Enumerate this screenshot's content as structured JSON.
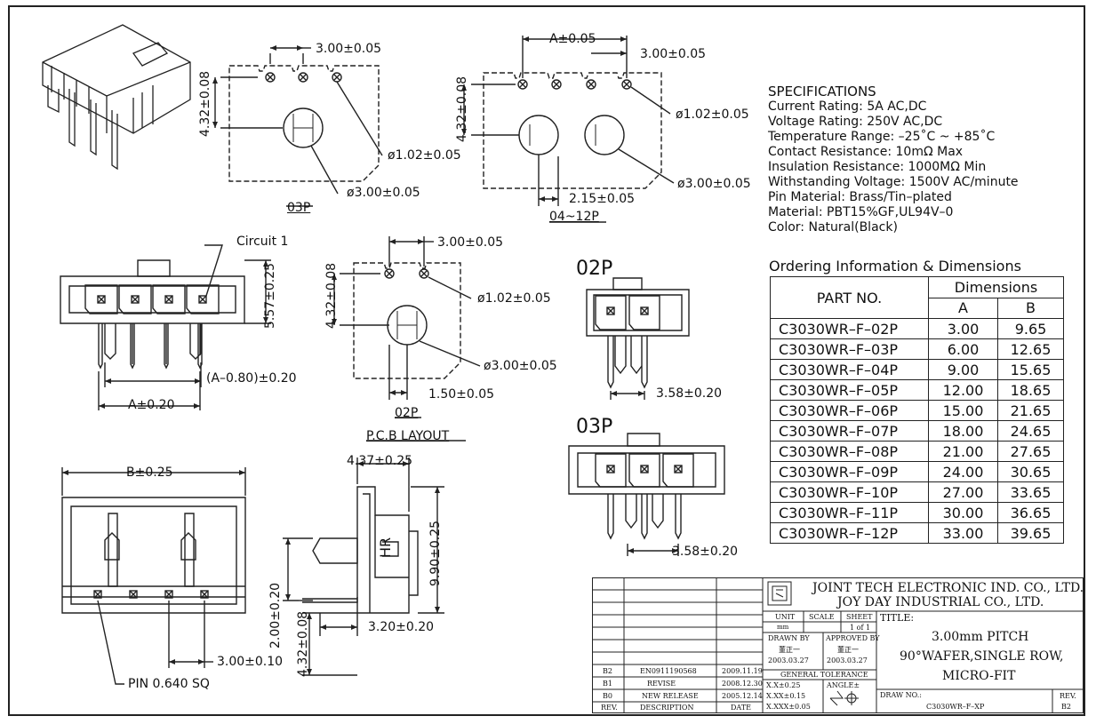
{
  "view_labels": {
    "v03p": "03P",
    "v04_12p": "04~12P",
    "v02p_pcb": "02P",
    "pcb_layout": "P.C.B LAYOUT",
    "side_02p": "02P",
    "side_03p": "03P"
  },
  "dims": {
    "top_pitch_03p": "3.00±0.05",
    "h_432_03p": "4.32±0.08",
    "hole_102_03p": "ø1.02±0.05",
    "hole_300_03p": "ø3.00±0.05",
    "a_tol_04": "A±0.05",
    "pitch_04": "3.00±0.05",
    "h_432_04": "4.32±0.08",
    "hole_102_04": "ø1.02±0.05",
    "hole_300_04": "ø3.00±0.05",
    "w_215_04": "2.15±0.05",
    "circuit1": "Circuit  1",
    "h_557": "5.57±0.25",
    "a_minus": "(A–0.80)±0.20",
    "a_020": "A±0.20",
    "pitch_02p": "3.00±0.05",
    "h_432_02p": "4.32±0.08",
    "hole_102_02p": "ø1.02±0.05",
    "hole_300_02p": "ø3.00±0.05",
    "w_150_02p": "1.50±0.05",
    "w_358_02p": "3.58±0.20",
    "w_358_03p": "3.58±0.20",
    "b_025": "B±0.25",
    "w_437": "4.37±0.25",
    "h_990": "9.90±0.25",
    "h_200": "2.00±0.20",
    "h_432_side": "4.32±0.08",
    "w_320": "3.20±0.20",
    "pitch_bottom": "3.00±0.10",
    "pin_sq": "PIN  0.640  SQ",
    "hr_mark": "HR"
  },
  "specifications": {
    "heading": "SPECIFICATIONS",
    "lines": [
      "Current  Rating:  5A  AC,DC",
      "Voltage  Rating:  250V  AC,DC",
      "Temperature  Range:  –25˚C  ~  +85˚C",
      "Contact  Resistance:  10mΩ  Max",
      "Insulation  Resistance:  1000MΩ  Min",
      "Withstanding  Voltage:  1500V  AC/minute",
      "Pin  Material:  Brass/Tin–plated",
      "Material:  PBT15%GF,UL94V–0",
      "Color:  Natural(Black)"
    ]
  },
  "ordering": {
    "title": "Ordering  Information  &  Dimensions",
    "col_part": "PART  NO.",
    "col_dims": "Dimensions",
    "col_a": "A",
    "col_b": "B",
    "rows": [
      {
        "part": "C3030WR–F–02P",
        "a": "3.00",
        "b": "9.65"
      },
      {
        "part": "C3030WR–F–03P",
        "a": "6.00",
        "b": "12.65"
      },
      {
        "part": "C3030WR–F–04P",
        "a": "9.00",
        "b": "15.65"
      },
      {
        "part": "C3030WR–F–05P",
        "a": "12.00",
        "b": "18.65"
      },
      {
        "part": "C3030WR–F–06P",
        "a": "15.00",
        "b": "21.65"
      },
      {
        "part": "C3030WR–F–07P",
        "a": "18.00",
        "b": "24.65"
      },
      {
        "part": "C3030WR–F–08P",
        "a": "21.00",
        "b": "27.65"
      },
      {
        "part": "C3030WR–F–09P",
        "a": "24.00",
        "b": "30.65"
      },
      {
        "part": "C3030WR–F–10P",
        "a": "27.00",
        "b": "33.65"
      },
      {
        "part": "C3030WR–F–11P",
        "a": "30.00",
        "b": "36.65"
      },
      {
        "part": "C3030WR–F–12P",
        "a": "33.00",
        "b": "39.65"
      }
    ]
  },
  "title_block": {
    "company1": "JOINT TECH ELECTRONIC IND. CO., LTD.",
    "company2": "JOY DAY INDUSTRIAL CO., LTD.",
    "unit_label": "UNIT",
    "unit_value": "mm",
    "scale_label": "SCALE",
    "sheet_label": "SHEET",
    "sheet_value": "1 of 1",
    "drawn_label": "DRAWN BY",
    "drawn_name": "董正一",
    "drawn_date": "2003.03.27",
    "approved_label": "APPROVED BY",
    "approved_name": "董正一",
    "approved_date": "2003.03.27",
    "general_tol": "GENERAL  TOLERANCE",
    "tol1": "X.X±0.25",
    "tol2": "X.XX±0.15",
    "tol3": "X.XXX±0.05",
    "angle": "ANGLE±",
    "title_label": "TITLE:",
    "title1": "3.00mm PITCH",
    "title2": "90°WAFER,SINGLE ROW,",
    "title3": "MICRO-FIT",
    "draw_no_label": "DRAW NO.:",
    "draw_no": "C3030WR–F–XP",
    "rev_label": "REV.",
    "rev_value": "B2",
    "revisions": [
      {
        "rev": "B2",
        "desc": "EN0911190568",
        "date": "2009.11.19"
      },
      {
        "rev": "B1",
        "desc": "REVISE",
        "date": "2008.12.30"
      },
      {
        "rev": "B0",
        "desc": "NEW RELEASE",
        "date": "2005.12.14"
      }
    ],
    "hdr_rev": "REV.",
    "hdr_desc": "DESCRIPTION",
    "hdr_date": "DATE"
  }
}
